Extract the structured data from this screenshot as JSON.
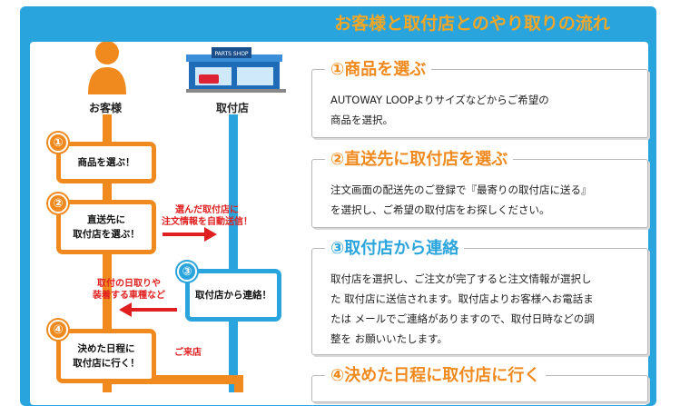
{
  "header": {
    "title": "お客様と取付店とのやり取りの流れ"
  },
  "flow": {
    "customer_label": "お客様",
    "shop_label": "取付店",
    "shop_sign": "PARTS SHOP",
    "boxes": [
      {
        "num": "①",
        "text": "商品を選ぶ！"
      },
      {
        "num": "②",
        "text": "直送先に\n取付店を選ぶ！"
      },
      {
        "num": "③",
        "text": "取付店から連絡！"
      },
      {
        "num": "④",
        "text": "決めた日程に\n取付店に行く！"
      }
    ],
    "notes": {
      "send_info": "選んだ取付店に\n注文情報を自動送信！",
      "contact": "取付の日取りや\n装着する車種など",
      "visit": "ご来店"
    }
  },
  "steps": [
    {
      "title": "①商品を選ぶ",
      "body": "AUTOWAY LOOPよりサイズなどからご希望の\n商品を選択。"
    },
    {
      "title": "②直送先に取付店を選ぶ",
      "body": "注文画面の配送先のご登録で『最寄りの取付店に送る』\nを選択し、ご希望の取付店をお探しください。"
    },
    {
      "title": "③取付店から連絡",
      "body": "取付店を選択し、ご注文が完了すると注文情報が選択し\nた 取付店に送信されます。取付店よりお客様へお電話ま\nたは メールでご連絡がありますので、取付日時などの調\n整を お願いいたします。"
    },
    {
      "title": "④決めた日程に取付店に行く",
      "body": ""
    }
  ],
  "colors": {
    "orange": "#f08a1f",
    "blue": "#2aa4dc",
    "red": "#e02020",
    "title": "#f5a623"
  }
}
